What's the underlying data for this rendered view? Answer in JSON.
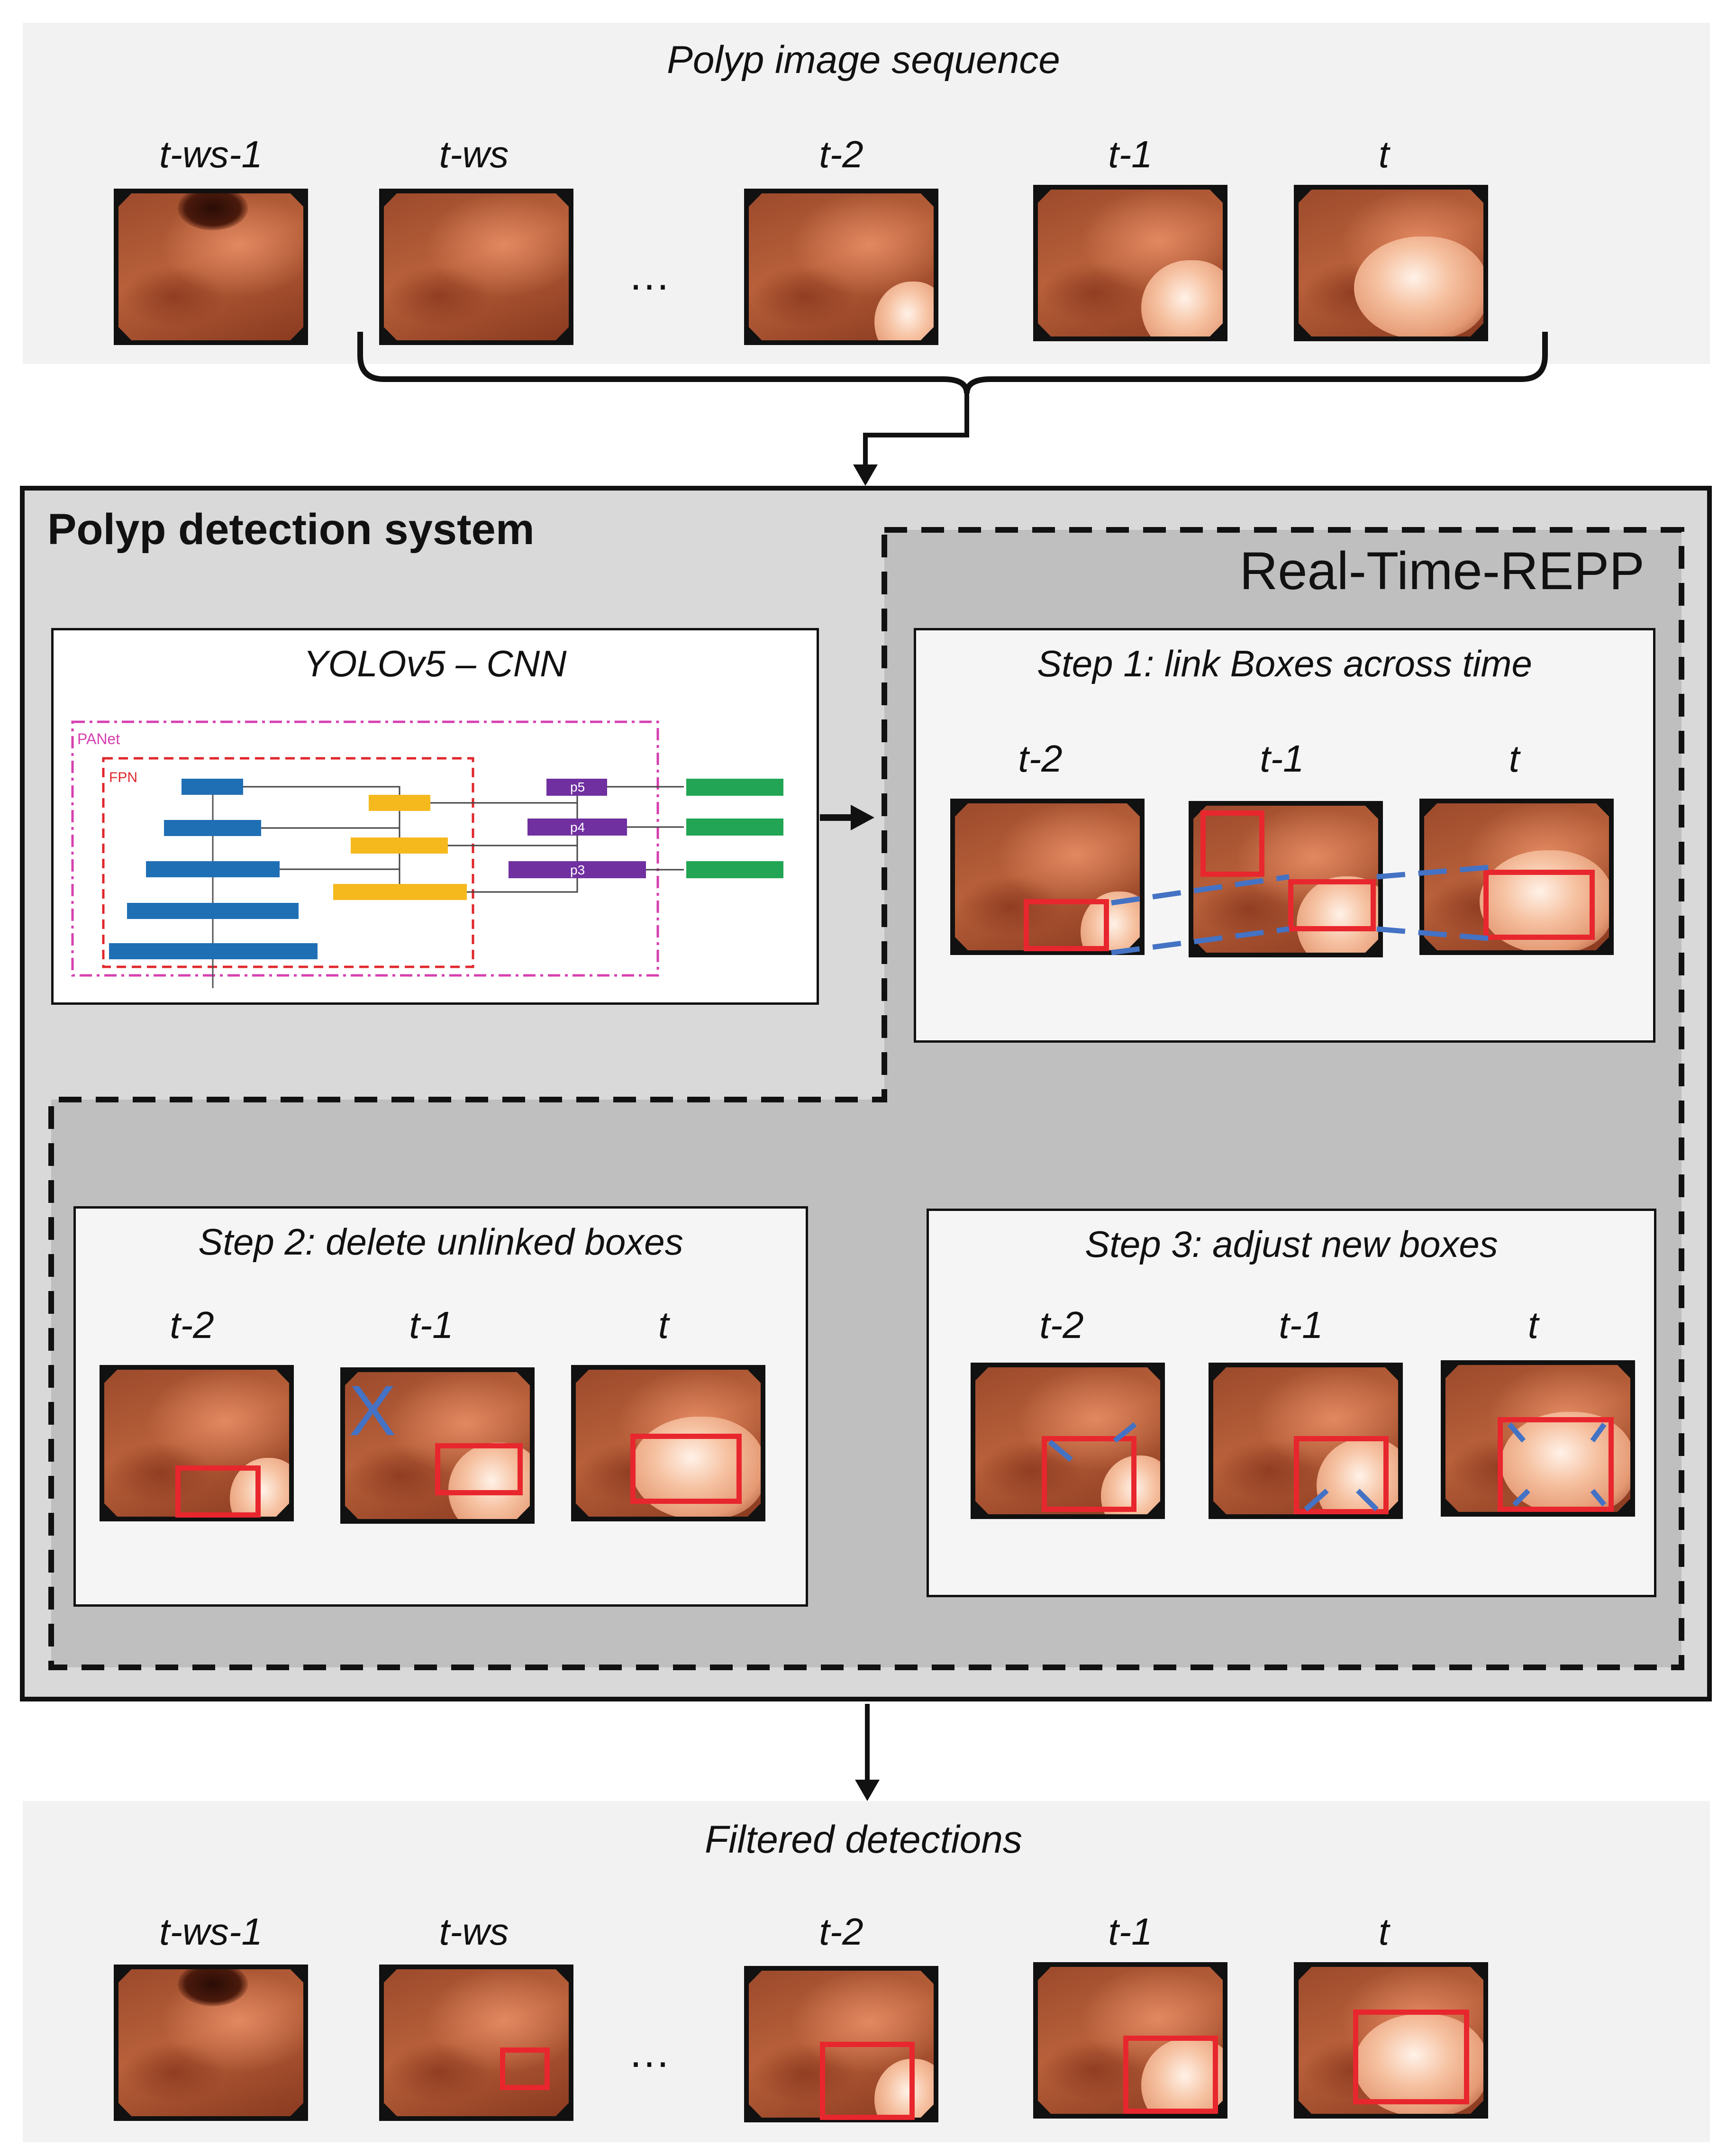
{
  "top": {
    "title": "Polyp image sequence",
    "labels": [
      "t-ws-1",
      "t-ws",
      "t-2",
      "t-1",
      "t"
    ],
    "ellipsis": "…"
  },
  "system": {
    "title": "Polyp detection system",
    "repp_title": "Real-Time-REPP",
    "cnn": {
      "title": "YOLOv5 – CNN",
      "panet_label": "PANet",
      "fpn_label": "FPN",
      "p_labels": [
        "p5",
        "p4",
        "p3"
      ]
    },
    "step1": {
      "title": "Step 1: link Boxes across time",
      "labels": [
        "t-2",
        "t-1",
        "t"
      ]
    },
    "step2": {
      "title": "Step 2: delete unlinked boxes",
      "labels": [
        "t-2",
        "t-1",
        "t"
      ],
      "delete_mark": "X"
    },
    "step3": {
      "title": "Step 3: adjust new boxes",
      "labels": [
        "t-2",
        "t-1",
        "t"
      ]
    }
  },
  "bottom": {
    "title": "Filtered detections",
    "labels": [
      "t-ws-1",
      "t-ws",
      "t-2",
      "t-1",
      "t"
    ],
    "ellipsis": "…"
  },
  "colors": {
    "box_red": "#e8262d",
    "link_blue": "#4472c4",
    "backbone_blue": "#1f6fb5",
    "neck_yellow": "#f5b91e",
    "head_purple": "#7030a0",
    "output_green": "#22a554",
    "panet_pink": "#d63fb0",
    "fpn_red": "#e0262b"
  }
}
